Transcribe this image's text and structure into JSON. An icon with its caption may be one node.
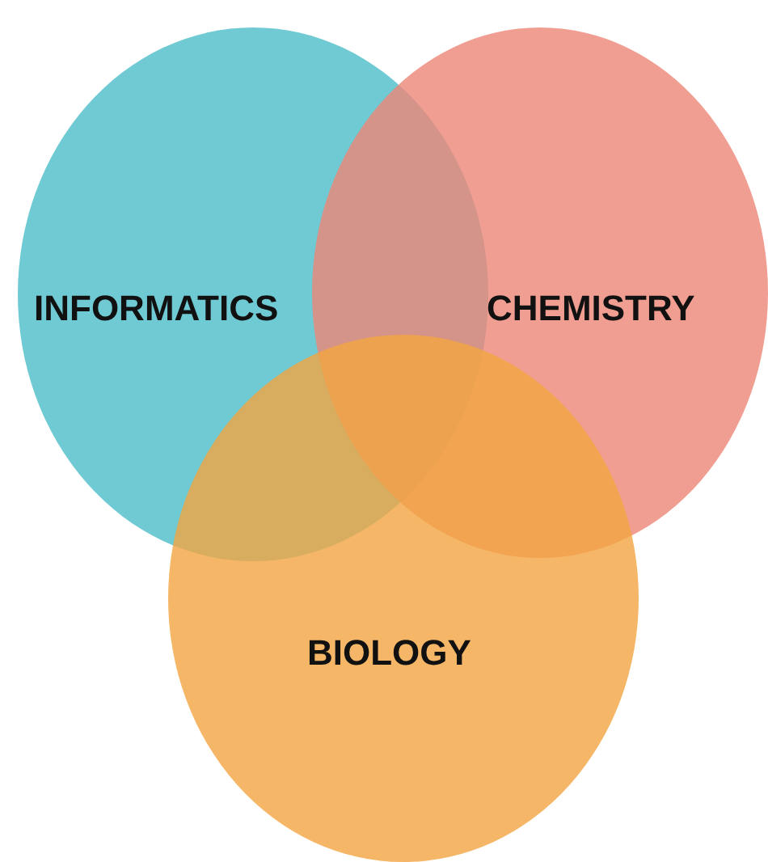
{
  "diagram": {
    "nodes": [
      {
        "text": [
          "INFORMATICS"
        ]
      },
      {
        "text": [
          "CHEMISTRY"
        ]
      },
      {
        "text": [
          "BIOLOGY"
        ]
      }
    ]
  }
}
